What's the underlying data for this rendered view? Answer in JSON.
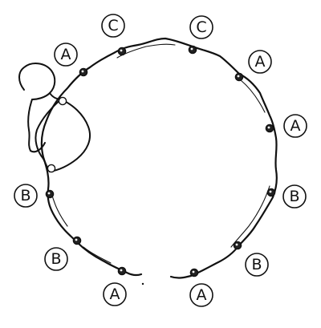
{
  "ink_color": "#111111",
  "background_color": "#ffffff",
  "labels": {
    "c_top_left": "C",
    "c_top_right": "C",
    "a_upper_left": "A",
    "a_upper_right": "A",
    "a_right": "A",
    "b_left": "B",
    "b_right": "B",
    "b_lower_left": "B",
    "b_lower_right": "B",
    "a_bottom_left": "A",
    "a_bottom_right": "A"
  }
}
